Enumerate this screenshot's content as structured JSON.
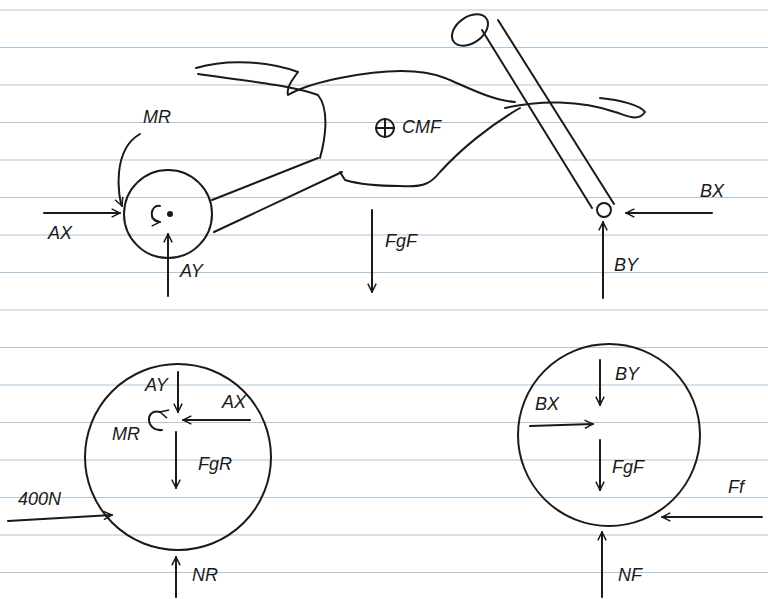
{
  "diagram": {
    "nodes": [
      {
        "text": [
          "AY",
          "AX",
          "MR",
          "FgR"
        ]
      },
      {
        "text": [
          "BY",
          "BX",
          "FgF"
        ]
      }
    ],
    "labels": [
      "MR",
      "AX",
      "AY",
      "CMF",
      "FgF",
      "BY",
      "BX",
      "400N",
      "NR",
      "NF",
      "Ff"
    ]
  }
}
